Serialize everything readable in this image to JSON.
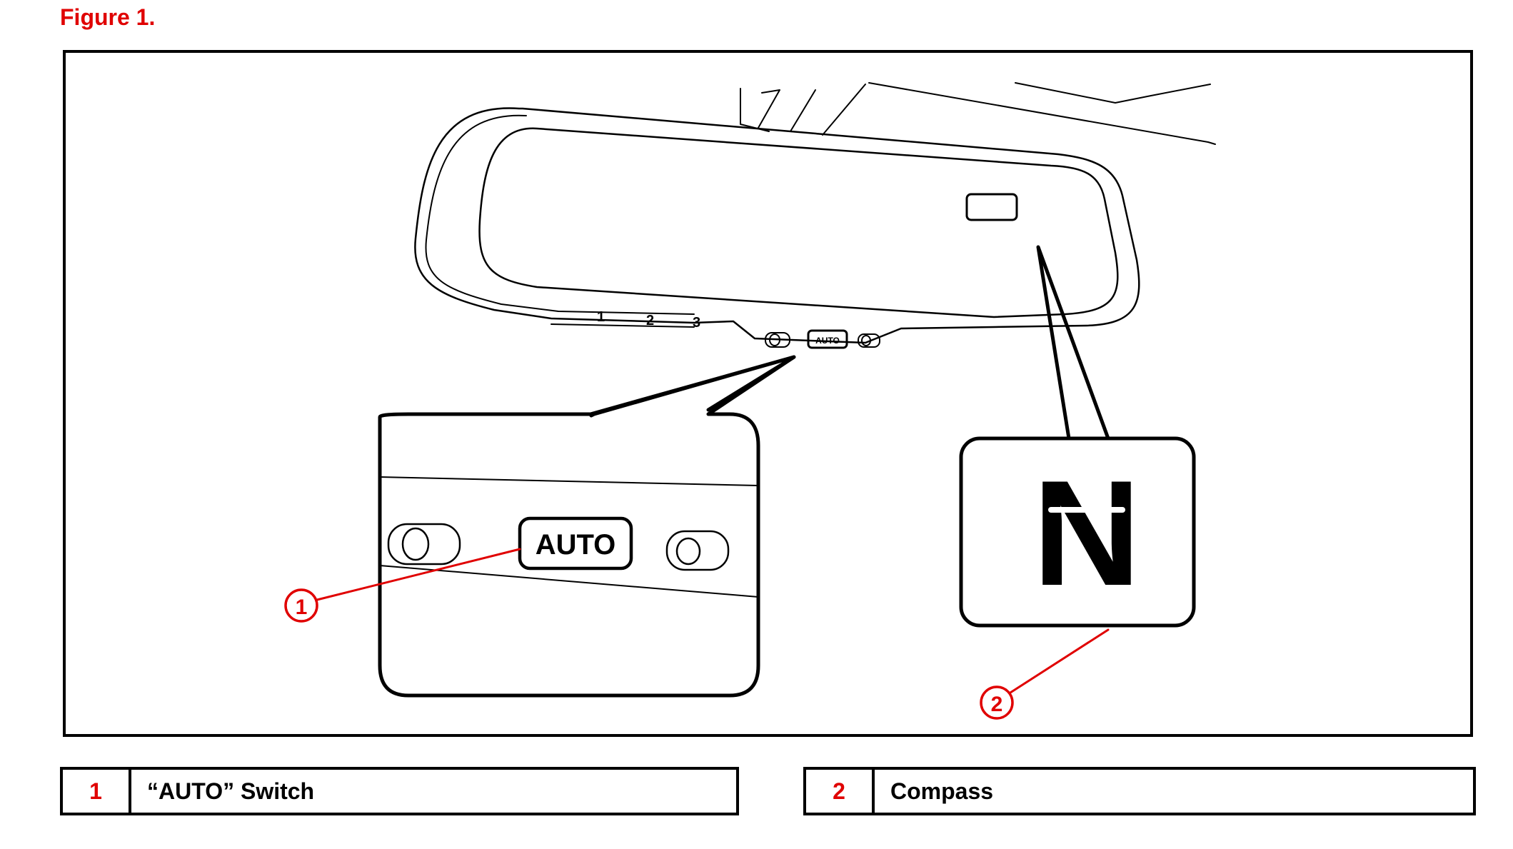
{
  "figure_title": "Figure 1.",
  "colors": {
    "accent": "#e00000",
    "line": "#000000",
    "background": "#ffffff"
  },
  "diagram": {
    "mirror_button_numbers": [
      "1",
      "2",
      "3"
    ],
    "mirror_auto_label": "AUTO",
    "zoom_auto_label": "AUTO",
    "compass_letter": "N",
    "callouts": [
      "1",
      "2"
    ]
  },
  "legend": [
    {
      "number": "1",
      "label": "“AUTO” Switch"
    },
    {
      "number": "2",
      "label": "Compass"
    }
  ]
}
